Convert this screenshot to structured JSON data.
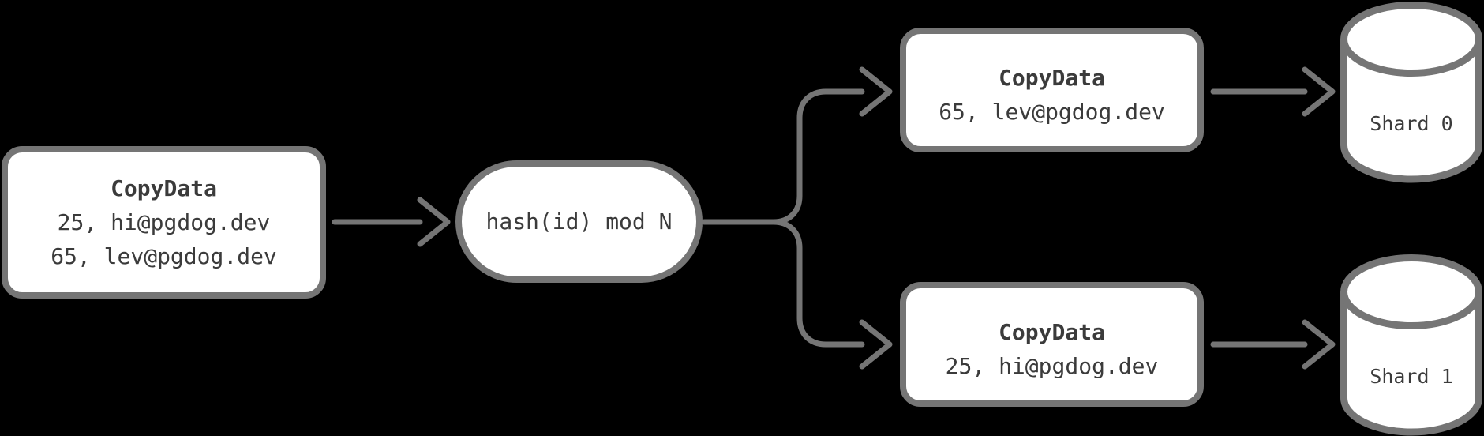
{
  "theme": {
    "bg": "#000000",
    "stroke": "#757575",
    "ink": "#3b3b3b",
    "fill": "#ffffff"
  },
  "diagram": {
    "nodes": {
      "source": {
        "title": "CopyData",
        "rows": [
          "25, hi@pgdog.dev",
          "65, lev@pgdog.dev"
        ]
      },
      "hash": {
        "label": "hash(id) mod N"
      },
      "copy_top": {
        "title": "CopyData",
        "rows": [
          "65, lev@pgdog.dev"
        ]
      },
      "copy_bottom": {
        "title": "CopyData",
        "rows": [
          "25, hi@pgdog.dev"
        ]
      },
      "shard0": {
        "label": "Shard 0"
      },
      "shard1": {
        "label": "Shard 1"
      }
    }
  }
}
